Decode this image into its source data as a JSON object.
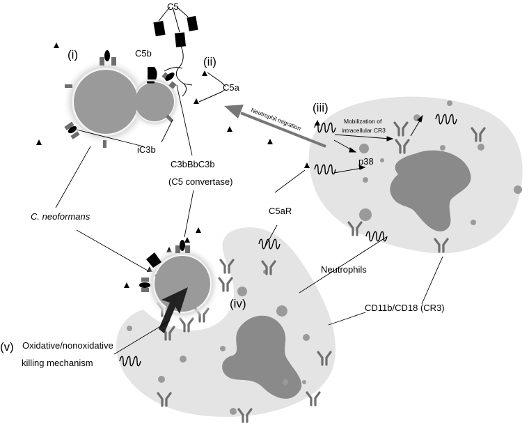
{
  "labels": {
    "stage_i": "(i)",
    "stage_ii": "(ii)",
    "stage_iii": "(iii)",
    "stage_iv": "(iv)",
    "stage_v": "(v)",
    "c5": "C5",
    "c5b": "C5b",
    "c5a": "C5a",
    "ic3b": "iC3b",
    "convertase_line1": "C3bBbC3b",
    "convertase_line2": "(C5 convertase)",
    "c_neoformans": "C. neoformans",
    "c5ar": "C5aR",
    "p38": "p38",
    "neutrophil_migration": "Neutrophil migration",
    "mobilization_line1": "Mobilization of",
    "mobilization_line2": "intracellular CR3",
    "neutrophils": "Neutrophils",
    "cd11b": "CD11b/CD18 (CR3)",
    "killing_line1": "Oxidative/nonoxidative",
    "killing_line2": "killing mechanism"
  },
  "colors": {
    "cell_body": "#e4e4e4",
    "nucleus": "#8a8a8a",
    "yeast": "#9a9a9a",
    "arrow": "#777777"
  }
}
